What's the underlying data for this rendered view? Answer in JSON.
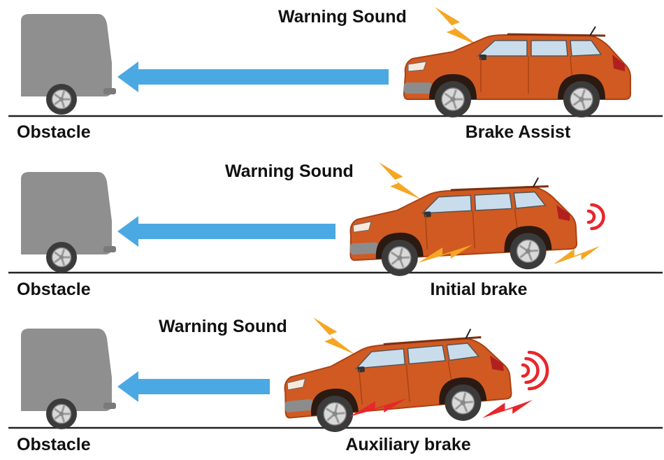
{
  "colors": {
    "obstacle": "#8f8f8f",
    "arrow": "#4aa9e3",
    "car_body": "#d05a22",
    "car_dark": "#a94214",
    "window": "#c9dceb",
    "tire": "#3b3b3b",
    "lightning_orange": "#f5a623",
    "lightning_red": "#e8262b",
    "ground": "#222222"
  },
  "scenes": [
    {
      "obstacle_label": "Obstacle",
      "warning_label": "Warning Sound",
      "mode_label": "Brake Assist",
      "warning_icon": "lightning-orange-icon",
      "brake_effect": "none",
      "sound_waves": 0
    },
    {
      "obstacle_label": "Obstacle",
      "warning_label": "Warning Sound",
      "mode_label": "Initial brake",
      "warning_icon": "lightning-orange-icon",
      "brake_effect": "orange-sparks-icon",
      "sound_waves": 2
    },
    {
      "obstacle_label": "Obstacle",
      "warning_label": "Warning Sound",
      "mode_label": "Auxiliary brake",
      "warning_icon": "lightning-orange-icon",
      "brake_effect": "red-sparks-icon",
      "sound_waves": 3
    }
  ]
}
